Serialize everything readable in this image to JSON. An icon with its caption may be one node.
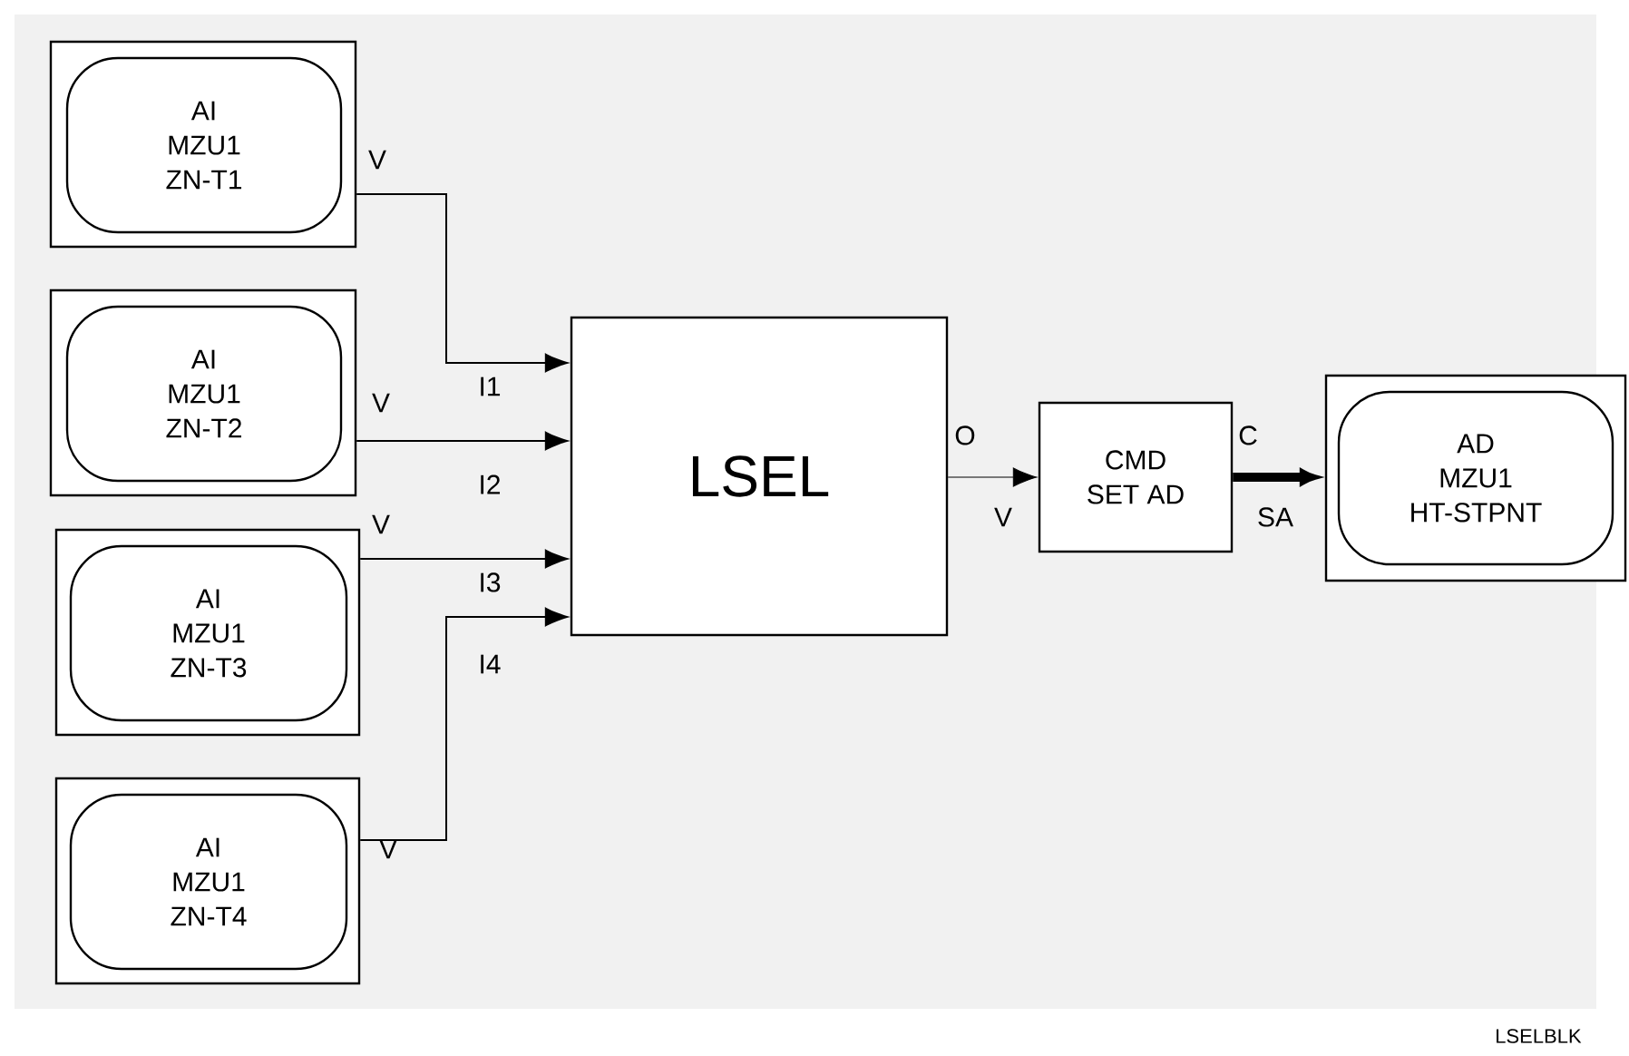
{
  "diagram": {
    "nodes": [
      {
        "text": [],
        "shape": "box",
        "beside": [
          "V"
        ]
      },
      {
        "text": [
          "AI",
          "MZU1",
          "ZN-T1"
        ],
        "in": 0
      },
      {
        "text": [],
        "shape": "box",
        "beside": [
          "V"
        ]
      },
      {
        "text": [
          "AI",
          "MZU1",
          "ZN-T2"
        ],
        "in": 2
      },
      {
        "text": [],
        "shape": "box",
        "beside": [
          "V"
        ]
      },
      {
        "text": [
          "AI",
          "MZU1",
          "ZN-T3"
        ],
        "in": 4
      },
      {
        "text": [],
        "shape": "box",
        "beside": [
          "V"
        ]
      },
      {
        "text": [
          "AI",
          "MZU1",
          "ZN-T4"
        ],
        "in": 6
      },
      {
        "text": [
          "LSEL"
        ],
        "beside": [
          "I1",
          "I2",
          "I3",
          "I4",
          "O"
        ]
      },
      {
        "text": [
          "CMD",
          "SET AD"
        ],
        "beside": [
          "V",
          "C"
        ]
      },
      {
        "text": [],
        "shape": "box",
        "beside": [
          "SA"
        ]
      },
      {
        "text": [
          "AD",
          "MZU1",
          "HT-STPNT"
        ],
        "in": 10
      }
    ],
    "edges": [
      {
        "from": 0,
        "to": 8,
        "arrow": "to"
      },
      {
        "from": 2,
        "to": 8,
        "arrow": "to"
      },
      {
        "from": 4,
        "to": 8,
        "arrow": "to"
      },
      {
        "from": 6,
        "to": 8,
        "arrow": "to"
      },
      {
        "from": 8,
        "to": 9,
        "arrow": "to"
      },
      {
        "from": 9,
        "to": 10,
        "arrow": "to",
        "style": "thick"
      }
    ],
    "labels": [
      "LSELBLK"
    ]
  }
}
